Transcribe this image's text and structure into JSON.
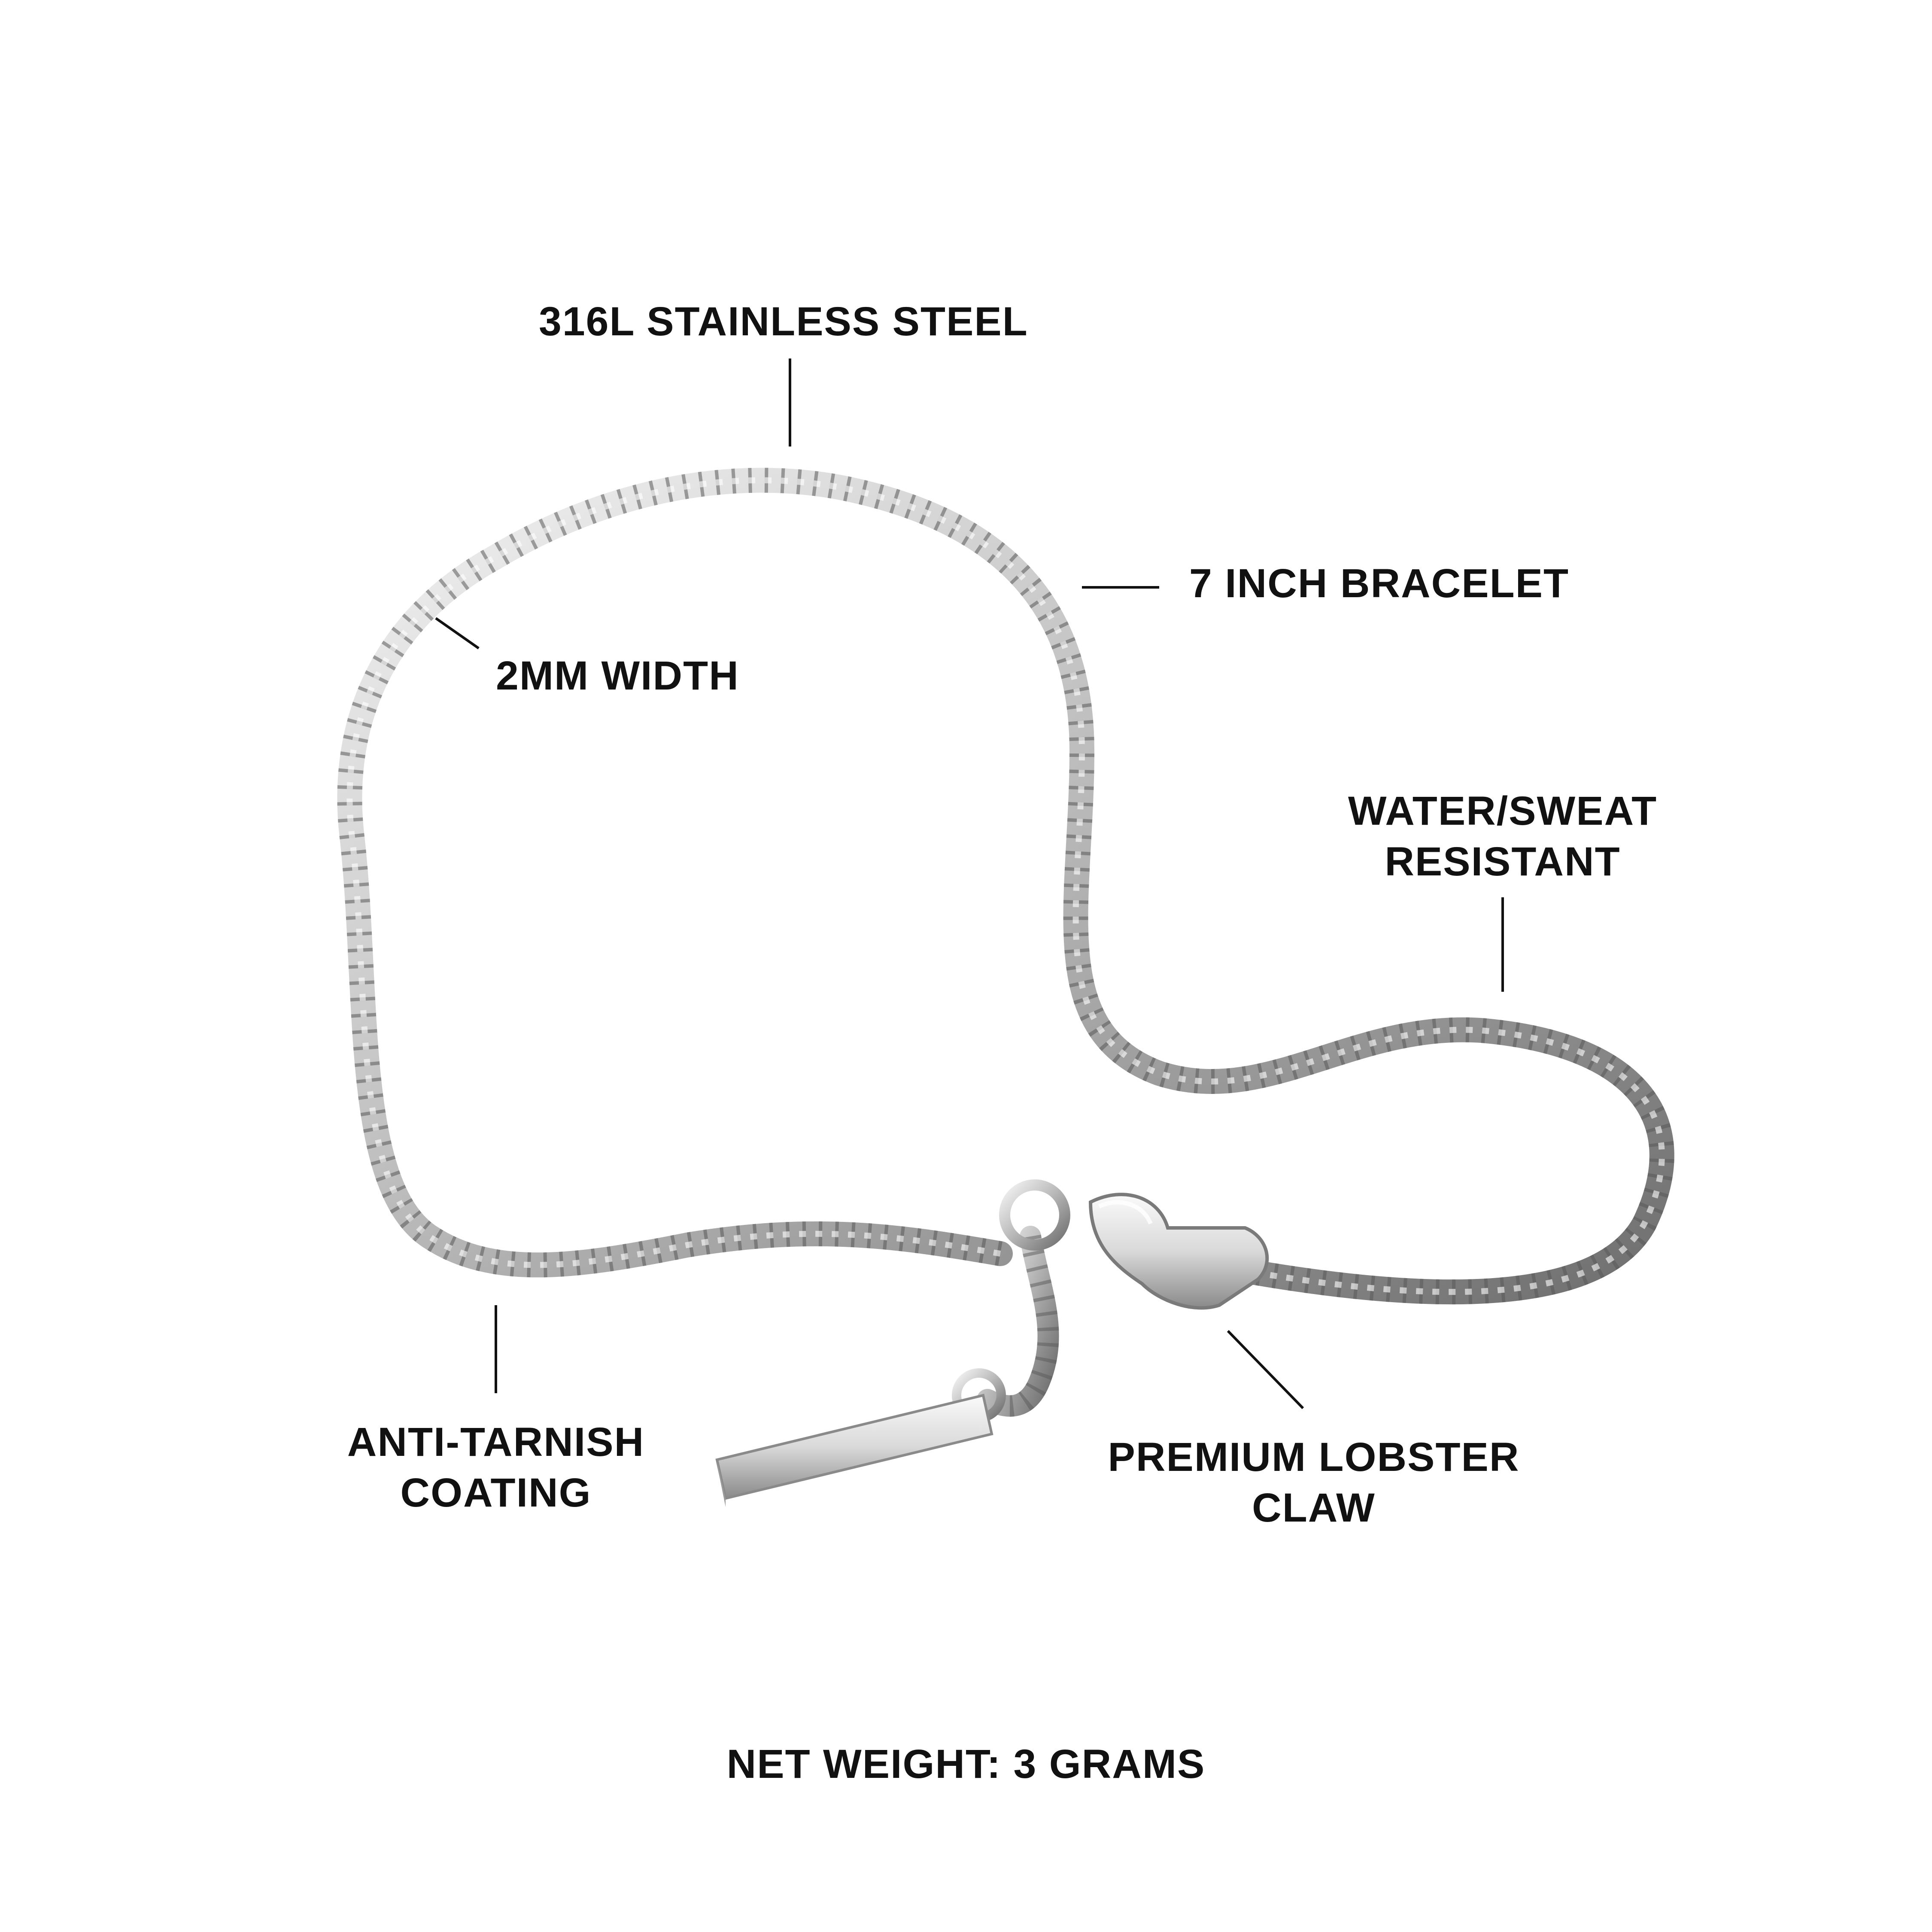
{
  "colors": {
    "background": "#ffffff",
    "text": "#111111",
    "leader_line": "#111111",
    "metal_light": "#f4f4f4",
    "metal_mid": "#bdbdbd",
    "metal_dark": "#6e6e6e"
  },
  "product": {
    "name": "silver curb chain bracelet with bar tag",
    "parts": [
      "chain",
      "lobster-claw-clasp",
      "jump-ring",
      "bar-tag"
    ]
  },
  "callouts": {
    "material": "316L STAINLESS STEEL",
    "length": "7 INCH BRACELET",
    "width": "2MM WIDTH",
    "water_line1": "WATER/SWEAT",
    "water_line2": "RESISTANT",
    "coating_line1": "ANTI-TARNISH",
    "coating_line2": "COATING",
    "clasp_line1": "PREMIUM LOBSTER",
    "clasp_line2": "CLAW"
  },
  "footer": {
    "weight": "NET WEIGHT: 3 GRAMS"
  }
}
